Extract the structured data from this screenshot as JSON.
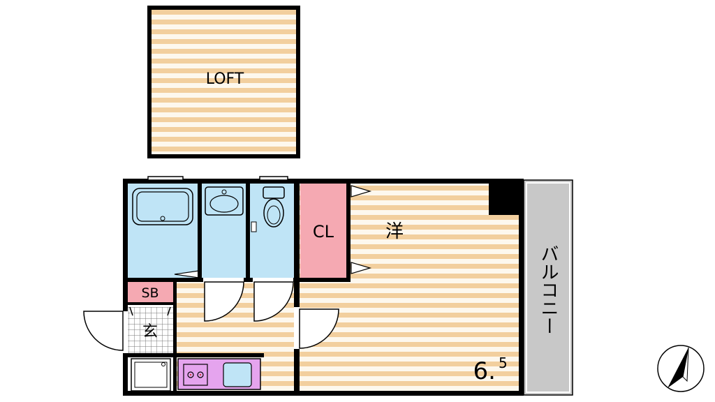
{
  "labels": {
    "loft": "LOFT",
    "western_room": "洋",
    "closet": "CL",
    "shoe_box": "SB",
    "entrance": "玄",
    "balcony": "バルコニー",
    "area_main": "6.",
    "area_sup": "5"
  },
  "colors": {
    "floor_stripe_a": "#f2cf9e",
    "floor_stripe_b": "#fdf8ee",
    "wet_area": "#bfe4f6",
    "closet": "#f5a9b2",
    "kitchen": "#e5a4ee",
    "balcony": "#c8c8c8",
    "wall": "#000000"
  },
  "icons": [
    "bathtub-icon",
    "washbasin-icon",
    "toilet-icon",
    "stove-icon",
    "washing-machine-pan-icon",
    "north-arrow-icon"
  ]
}
